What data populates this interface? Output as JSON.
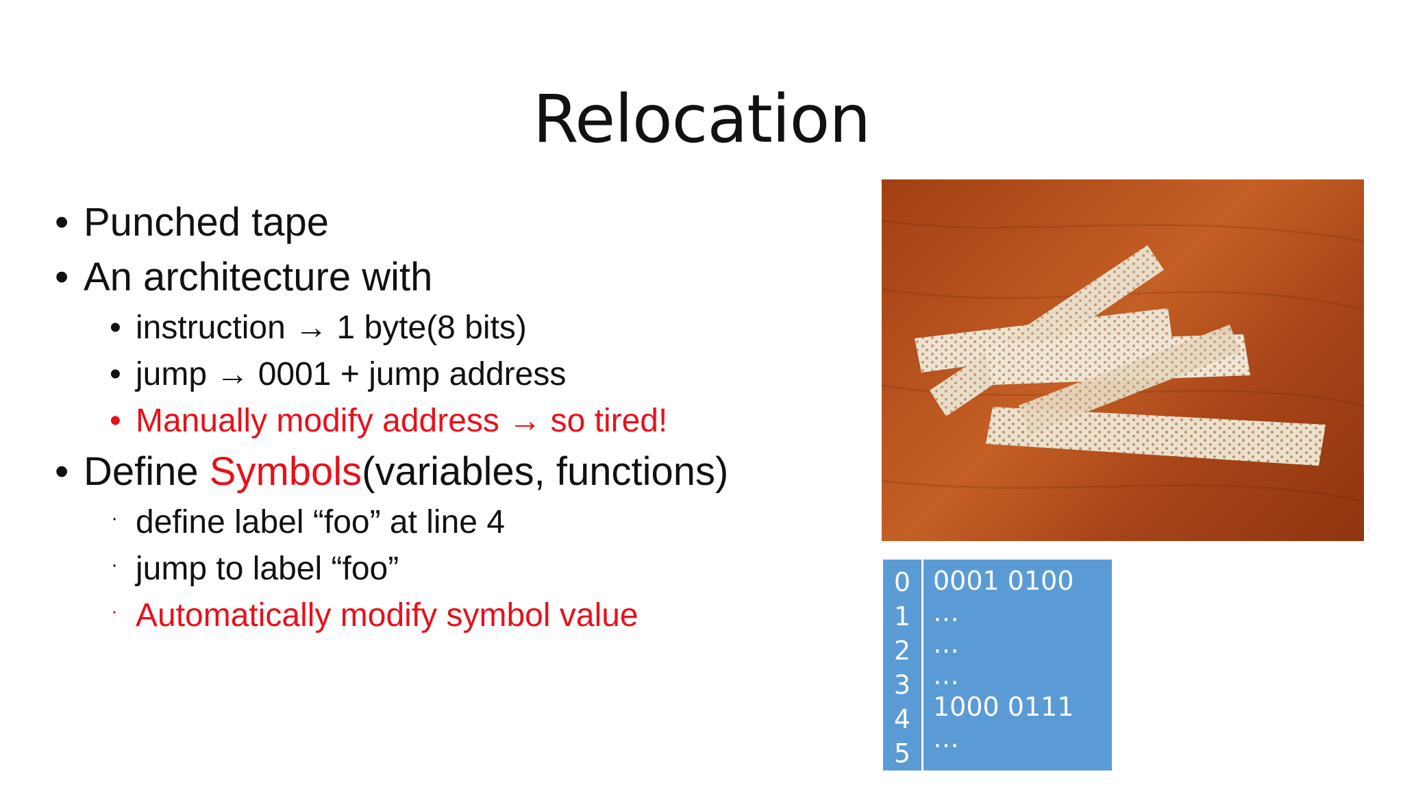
{
  "slide": {
    "title": "Relocation",
    "bullets": {
      "b1": "Punched tape",
      "b2": "An architecture with",
      "b2_sub1": "instruction → 1 byte(8 bits)",
      "b2_sub2": "jump → 0001 + jump address",
      "b2_sub3": "Manually modify address → so tired!",
      "b3_pre": "Define ",
      "b3_red": "Symbols",
      "b3_post": "(variables, functions)",
      "b3_sub1": "define label “foo” at line 4",
      "b3_sub2": "jump to label “foo”",
      "b3_sub3": "Automatically modify symbol value"
    },
    "bullet_symbol": "•",
    "small_bullet_symbol": "·",
    "memory_table": {
      "indices": [
        "0",
        "1",
        "2",
        "3",
        "4",
        "5"
      ],
      "values": [
        "0001 0100",
        "…",
        "…",
        "…",
        "1000 0111",
        "…"
      ]
    }
  },
  "colors": {
    "accent_red": "#e8101a",
    "table_blue": "#5b9bd5",
    "wood": "#b5511e",
    "tape": "#ede3d1"
  }
}
